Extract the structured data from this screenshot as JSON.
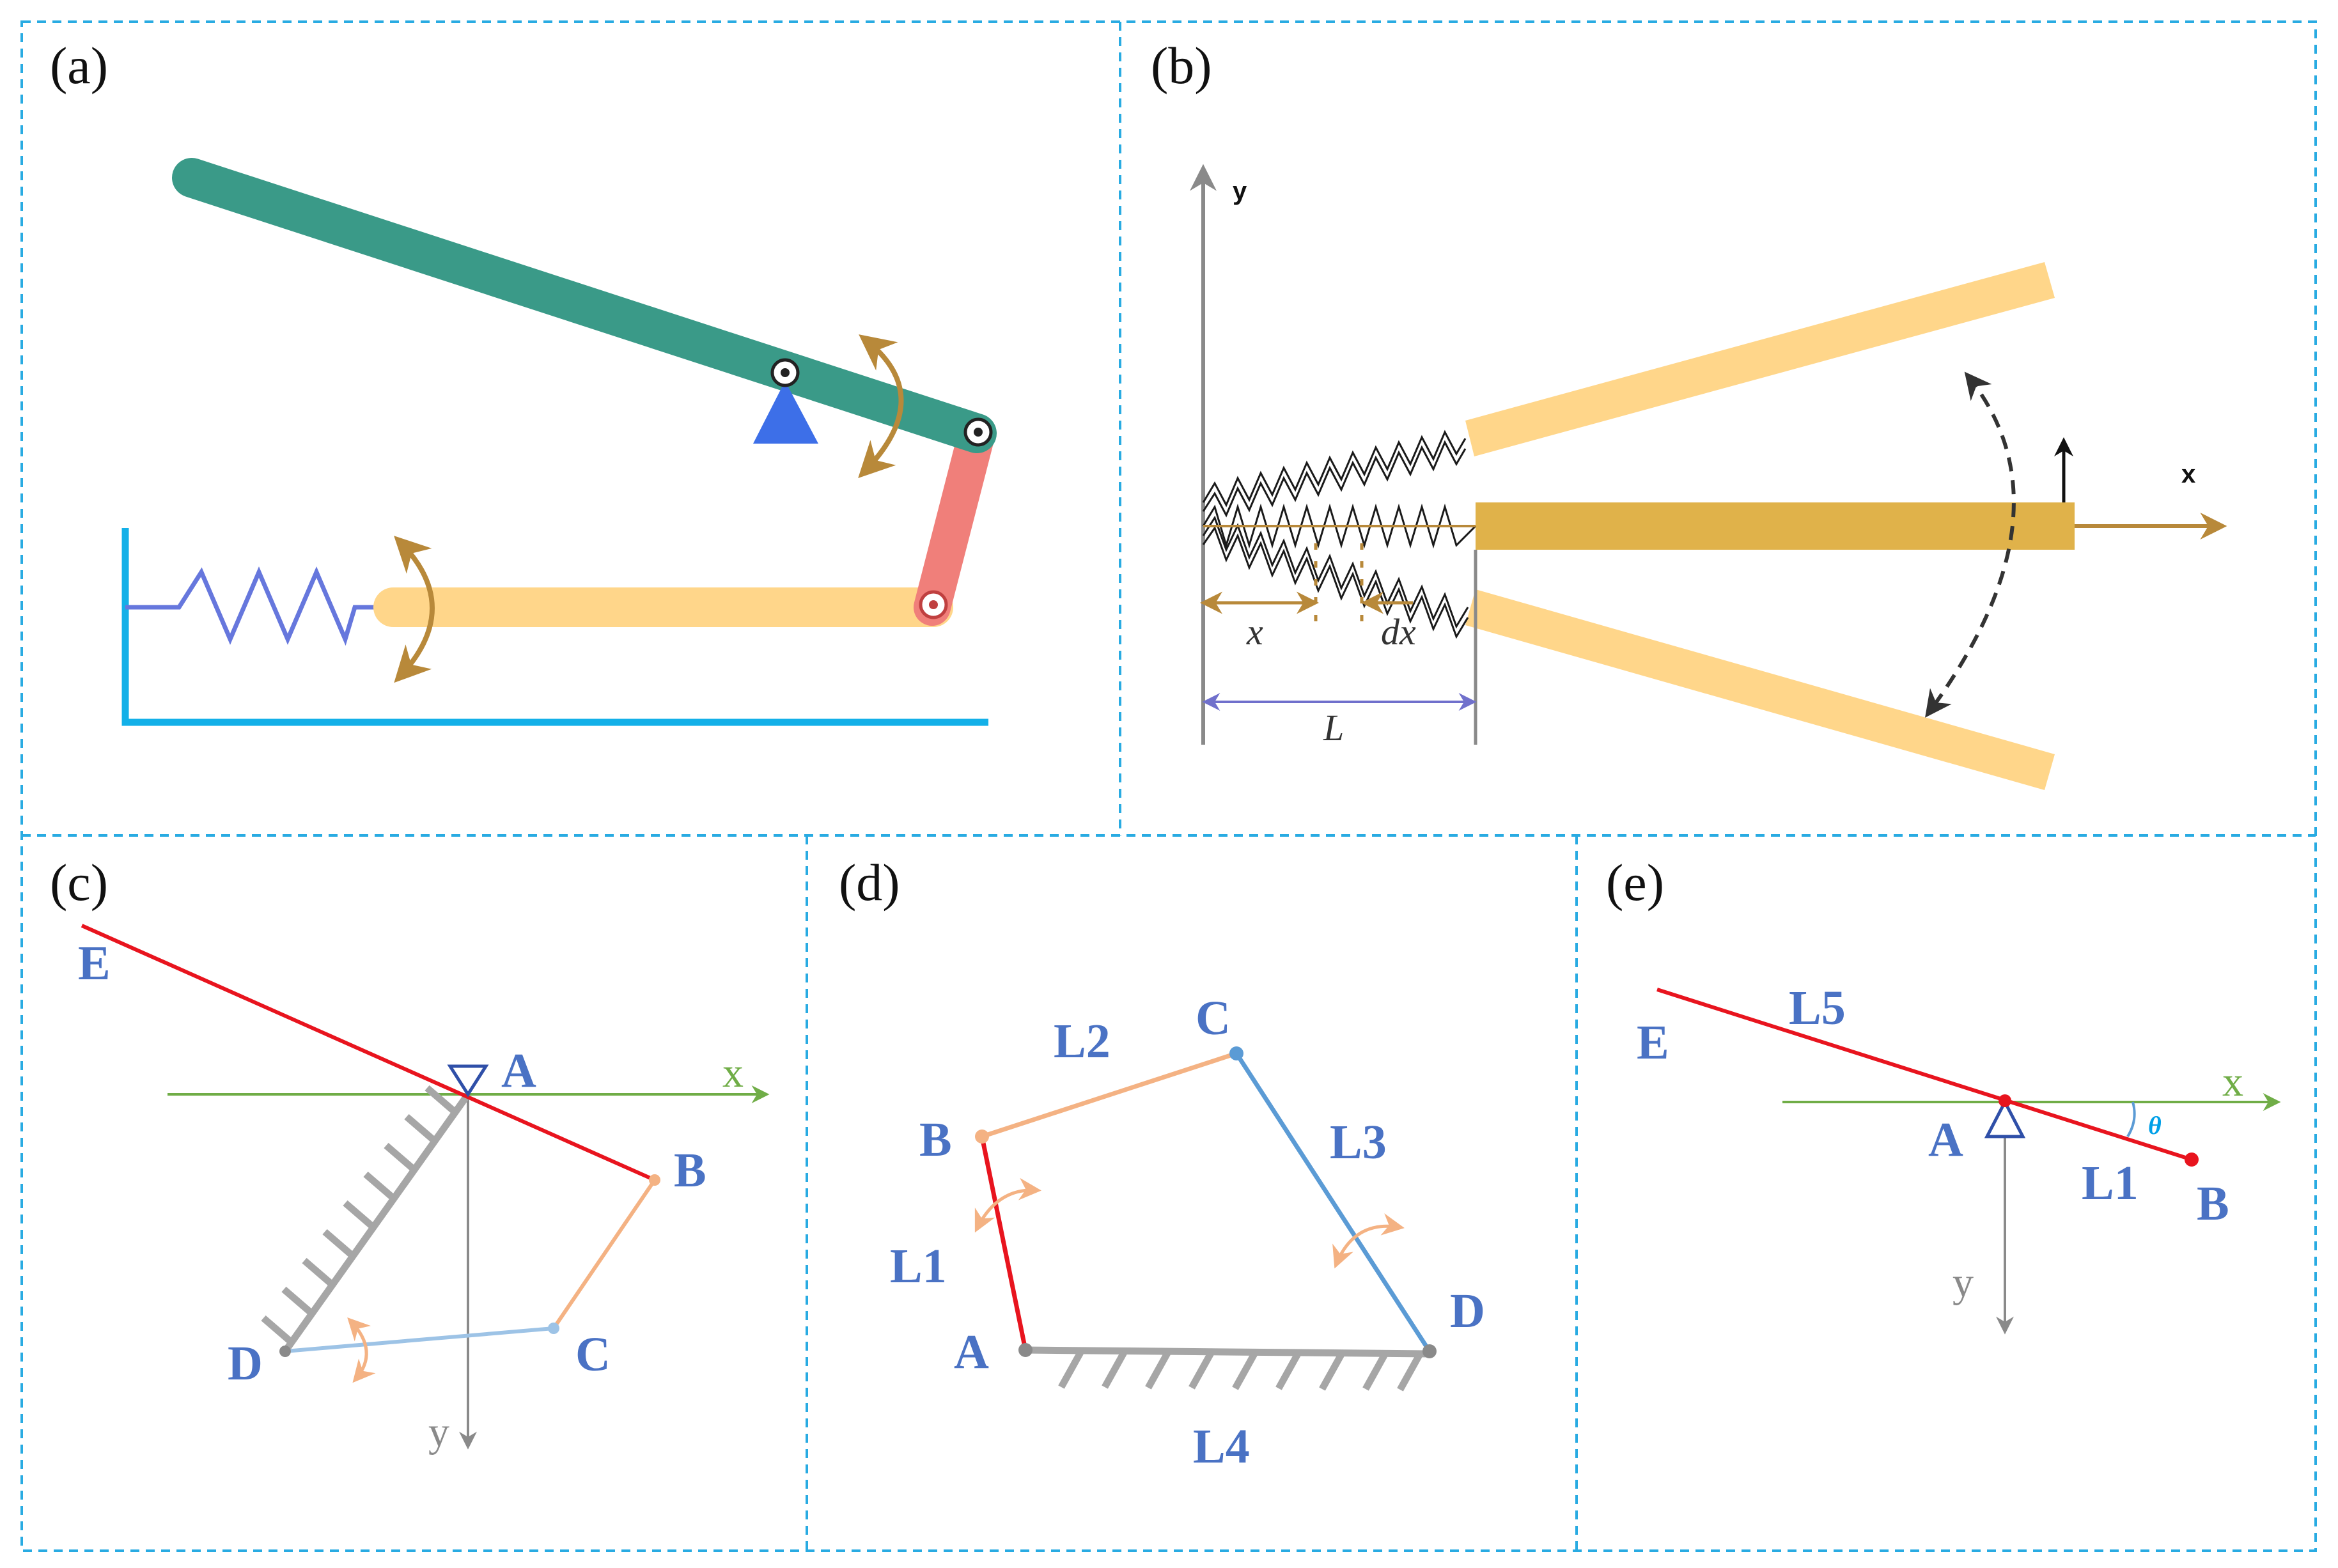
{
  "panels": {
    "a": {
      "label": "(a)"
    },
    "b": {
      "label": "(b)",
      "axis_x": "x",
      "axis_y": "y",
      "var_x": "x",
      "var_dx": "dx",
      "var_L": "L"
    },
    "c": {
      "label": "(c)",
      "axis_x": "x",
      "axis_y": "y",
      "points": {
        "E": "E",
        "A": "A",
        "B": "B",
        "C": "C",
        "D": "D"
      }
    },
    "d": {
      "label": "(d)",
      "points": {
        "A": "A",
        "B": "B",
        "C": "C",
        "D": "D"
      },
      "links": {
        "L1": "L1",
        "L2": "L2",
        "L3": "L3",
        "L4": "L4"
      }
    },
    "e": {
      "label": "(e)",
      "axis_x": "x",
      "axis_y": "y",
      "theta": "θ",
      "points": {
        "E": "E",
        "A": "A",
        "B": "B"
      },
      "links": {
        "L1": "L1",
        "L5": "L5"
      }
    }
  },
  "colors": {
    "frame": "#29abe2",
    "teal_link": "#3a9a88",
    "crank_red": "#f07f7a",
    "beam_yellow": "#ffd68a",
    "beam_gold": "#e0b24a",
    "arrow_gold": "#b8893a",
    "spring_blue": "#6677dd",
    "ground_blue": "#13b0e8",
    "red": "#e8141e",
    "orange": "#f4b283",
    "blue_link": "#5b9bd5",
    "light_blue": "#9dc3e6",
    "gray": "#9e9e9e",
    "green": "#70ad47",
    "label_blue": "#4a72c4"
  }
}
